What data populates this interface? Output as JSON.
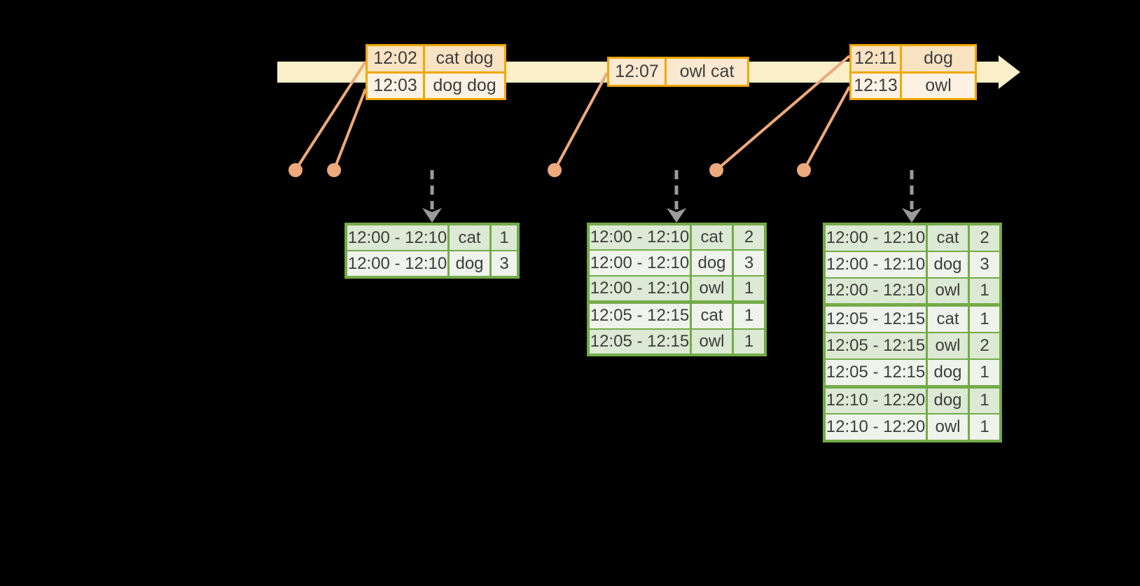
{
  "colors": {
    "canvas-bg": "#000000",
    "band": "#FAEFC9",
    "event-border": "#F0A800",
    "event-row-dark": "#FAE3C3",
    "event-row-light": "#FDF2E3",
    "event-row-mid": "#FBE9D1",
    "connector": "#ECAA7D",
    "trigger": "#9B9B9B",
    "result-border": "#74AB49",
    "result-row-green": "#DCE9D4",
    "result-row-light": "#EFF3EB",
    "text": "#3D3D3D"
  },
  "events": [
    {
      "rows": [
        {
          "time": "12:02",
          "words": "cat dog"
        },
        {
          "time": "12:03",
          "words": "dog dog"
        }
      ]
    },
    {
      "rows": [
        {
          "time": "12:07",
          "words": "owl cat"
        }
      ]
    },
    {
      "rows": [
        {
          "time": "12:11",
          "words": "dog"
        },
        {
          "time": "12:13",
          "words": "owl"
        }
      ]
    }
  ],
  "results": [
    {
      "rows": [
        {
          "window": "12:00 - 12:10",
          "word": "cat",
          "count": "1"
        },
        {
          "window": "12:00 - 12:10",
          "word": "dog",
          "count": "3"
        }
      ]
    },
    {
      "rows": [
        {
          "window": "12:00 - 12:10",
          "word": "cat",
          "count": "2"
        },
        {
          "window": "12:00 - 12:10",
          "word": "dog",
          "count": "3"
        },
        {
          "window": "12:00 - 12:10",
          "word": "owl",
          "count": "1"
        },
        {
          "window": "12:05 - 12:15",
          "word": "cat",
          "count": "1"
        },
        {
          "window": "12:05 - 12:15",
          "word": "owl",
          "count": "1"
        }
      ]
    },
    {
      "rows": [
        {
          "window": "12:00 - 12:10",
          "word": "cat",
          "count": "2"
        },
        {
          "window": "12:00 - 12:10",
          "word": "dog",
          "count": "3"
        },
        {
          "window": "12:00 - 12:10",
          "word": "owl",
          "count": "1"
        },
        {
          "window": "12:05 - 12:15",
          "word": "cat",
          "count": "1"
        },
        {
          "window": "12:05 - 12:15",
          "word": "owl",
          "count": "2"
        },
        {
          "window": "12:05 - 12:15",
          "word": "dog",
          "count": "1"
        },
        {
          "window": "12:10 - 12:20",
          "word": "dog",
          "count": "1"
        },
        {
          "window": "12:10 - 12:20",
          "word": "owl",
          "count": "1"
        }
      ]
    }
  ]
}
